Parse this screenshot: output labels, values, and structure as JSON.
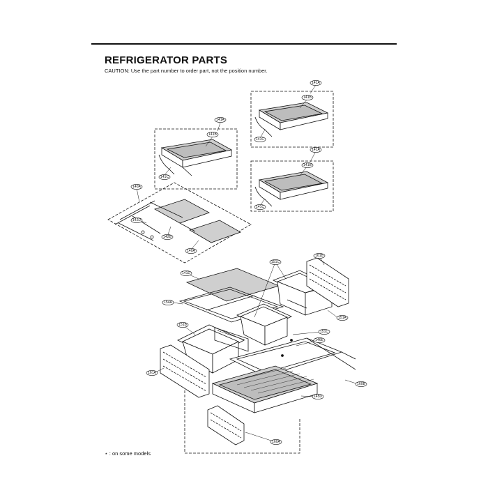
{
  "header": {
    "title": "REFRIGERATOR PARTS",
    "caution": "CAUTION: Use the part number to order part, not the position number."
  },
  "footnote": "⋆ : on some models",
  "callouts": {
    "g1_a": "141A",
    "g1_b": "141B",
    "g1_c": "141C",
    "g2_a": "141A",
    "g2_b": "141B",
    "g2_c": "141C",
    "g3_a": "141A",
    "g3_b": "141B",
    "g3_c": "141C",
    "frame_a": "140A",
    "frame_d": "142D",
    "frame_b": "142B",
    "frame_c": "140A",
    "cover": "141D",
    "cover_frame": "154A",
    "bin_left": "151B",
    "left_panel": "161A",
    "right_panel_top": "161B",
    "divider": "151C",
    "right_bin": "151A",
    "center_bin": "151C",
    "rail": "146E",
    "rail_right": "160B",
    "drawer": "145D",
    "bottom_panel": "160A"
  },
  "colors": {
    "line": "#111111",
    "glass": "#cfcfcf",
    "paper": "#ffffff"
  }
}
